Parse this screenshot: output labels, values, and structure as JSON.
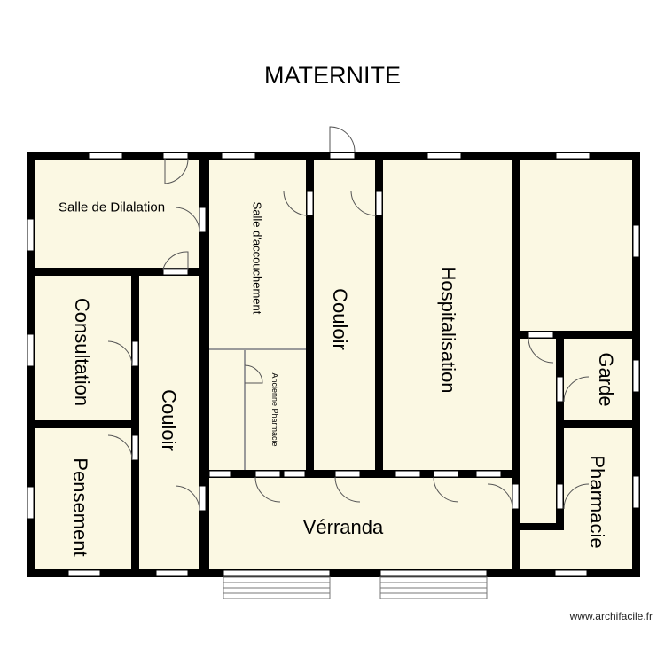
{
  "title": "MATERNITE",
  "watermark": "www.archifacile.fr",
  "colors": {
    "room_fill": "#fbf8e3",
    "wall": "#000000",
    "window": "#ffffff",
    "door_arc": "#555555"
  },
  "rooms": {
    "salle_dilalation": "Salle de Dilalation",
    "salle_accouchement": "Salle d'accouchement",
    "ancienne_pharmacie": "Ancienne Pharmacie",
    "couloir_center": "Couloir",
    "hospitalisation": "Hospitalisation",
    "consultation": "Consultation",
    "couloir_left": "Couloir",
    "pensement": "Pensement",
    "verranda": "Vérranda",
    "garde": "Garde",
    "pharmacie": "Pharmacie"
  }
}
